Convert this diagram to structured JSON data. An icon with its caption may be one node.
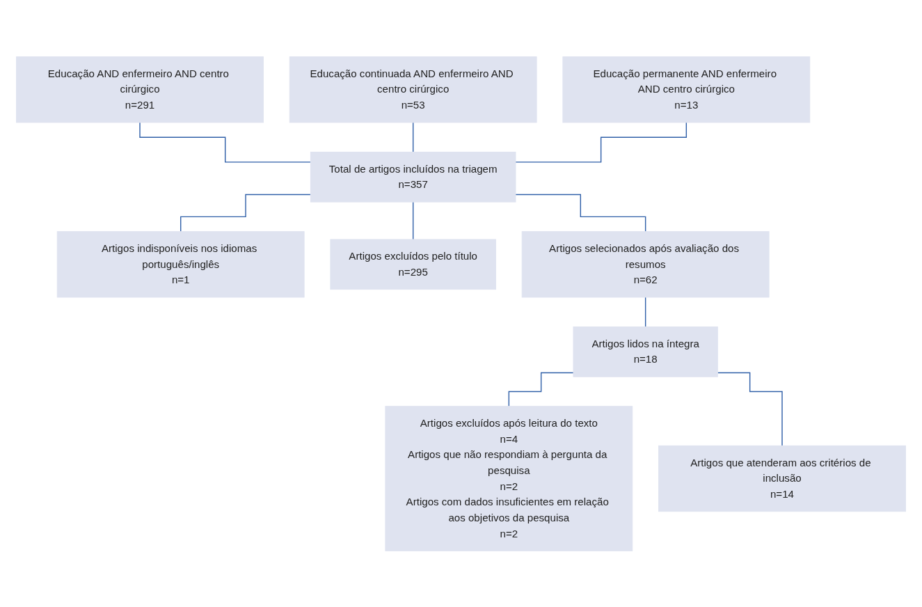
{
  "diagram": {
    "nodes": [
      {
        "text": [
          "Educação AND enfermeiro AND centro cirúrgico",
          "n=291"
        ]
      },
      {
        "text": [
          "Educação continuada AND enfermeiro AND centro cirúrgico",
          "n=53"
        ]
      },
      {
        "text": [
          "Educação permanente AND enfermeiro AND centro cirúrgico",
          "n=13"
        ]
      },
      {
        "text": [
          "Total de artigos incluídos na triagem",
          "n=357"
        ]
      },
      {
        "text": [
          "Artigos indisponíveis nos idiomas português/inglês",
          "n=1"
        ]
      },
      {
        "text": [
          "Artigos excluídos pelo título",
          "n=295"
        ]
      },
      {
        "text": [
          "Artigos selecionados após avaliação dos resumos",
          "n=62"
        ]
      },
      {
        "text": [
          "Artigos excluídos após leitura do texto",
          "n=4",
          "Artigos que não respondiam à pergunta da pesquisa",
          "n=2",
          "Artigos com dados insuficientes em relação aos objetivos da pesquisa",
          "n=2"
        ]
      },
      {
        "text": [
          "Artigos lidos na íntegra",
          "n=18"
        ]
      },
      {
        "text": [
          "Artigos que atenderam aos critérios de inclusão",
          "n=14"
        ]
      }
    ],
    "edges": [
      {
        "from": 0,
        "to": 3,
        "arrow": "none"
      },
      {
        "from": 1,
        "to": 3,
        "arrow": "none"
      },
      {
        "from": 2,
        "to": 3,
        "arrow": "none"
      },
      {
        "from": 3,
        "to": 4,
        "arrow": "none"
      },
      {
        "from": 3,
        "to": 5,
        "arrow": "none"
      },
      {
        "from": 3,
        "to": 6,
        "arrow": "none"
      },
      {
        "from": 6,
        "to": 8,
        "arrow": "none"
      },
      {
        "from": 8,
        "to": 7,
        "arrow": "none"
      },
      {
        "from": 8,
        "to": 9,
        "arrow": "none"
      }
    ]
  }
}
